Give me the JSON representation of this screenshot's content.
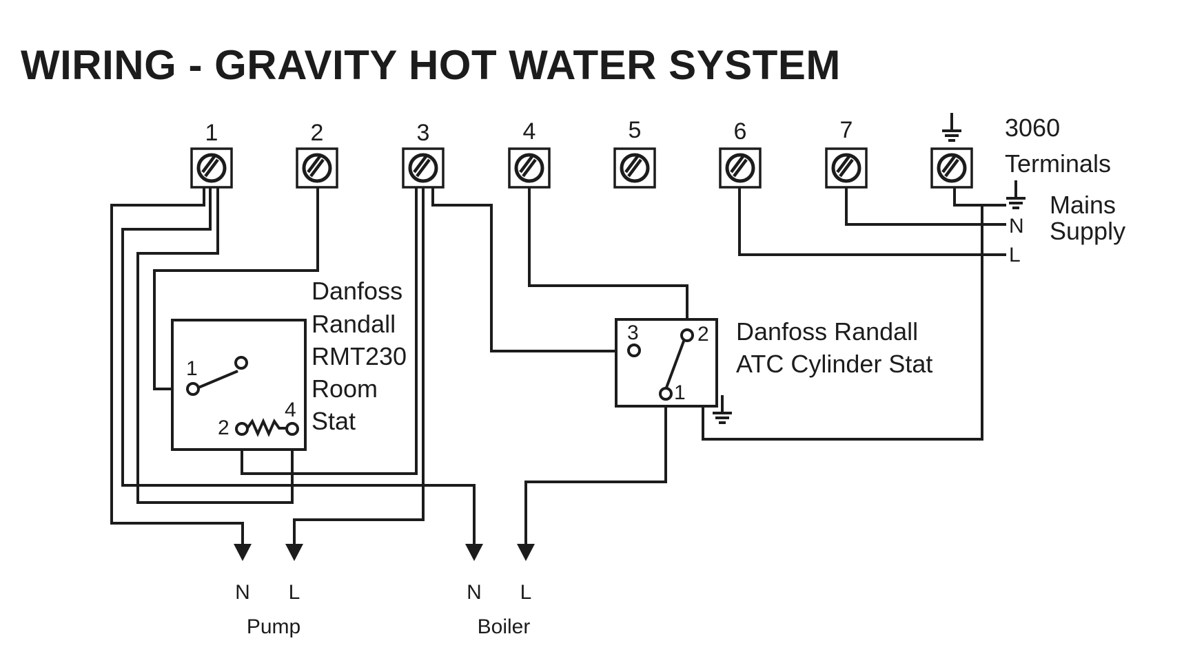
{
  "title": "WIRING - GRAVITY HOT WATER SYSTEM",
  "terminal_block": {
    "model": "3060",
    "caption": "Terminals",
    "terminals": [
      "1",
      "2",
      "3",
      "4",
      "5",
      "6",
      "7",
      "earth"
    ]
  },
  "mains_supply": {
    "label_line1": "Mains",
    "label_line2": "Supply",
    "conductors": [
      "earth",
      "N",
      "L"
    ]
  },
  "room_stat": {
    "label_lines": [
      "Danfoss",
      "Randall",
      "RMT230",
      "Room",
      "Stat"
    ],
    "contacts": [
      "1",
      "2",
      "4"
    ]
  },
  "cylinder_stat": {
    "label_line1": "Danfoss Randall",
    "label_line2": "ATC Cylinder Stat",
    "contacts": [
      "3",
      "2",
      "1"
    ]
  },
  "outputs": {
    "pump": {
      "label": "Pump",
      "n": "N",
      "l": "L"
    },
    "boiler": {
      "label": "Boiler",
      "n": "N",
      "l": "L"
    }
  }
}
